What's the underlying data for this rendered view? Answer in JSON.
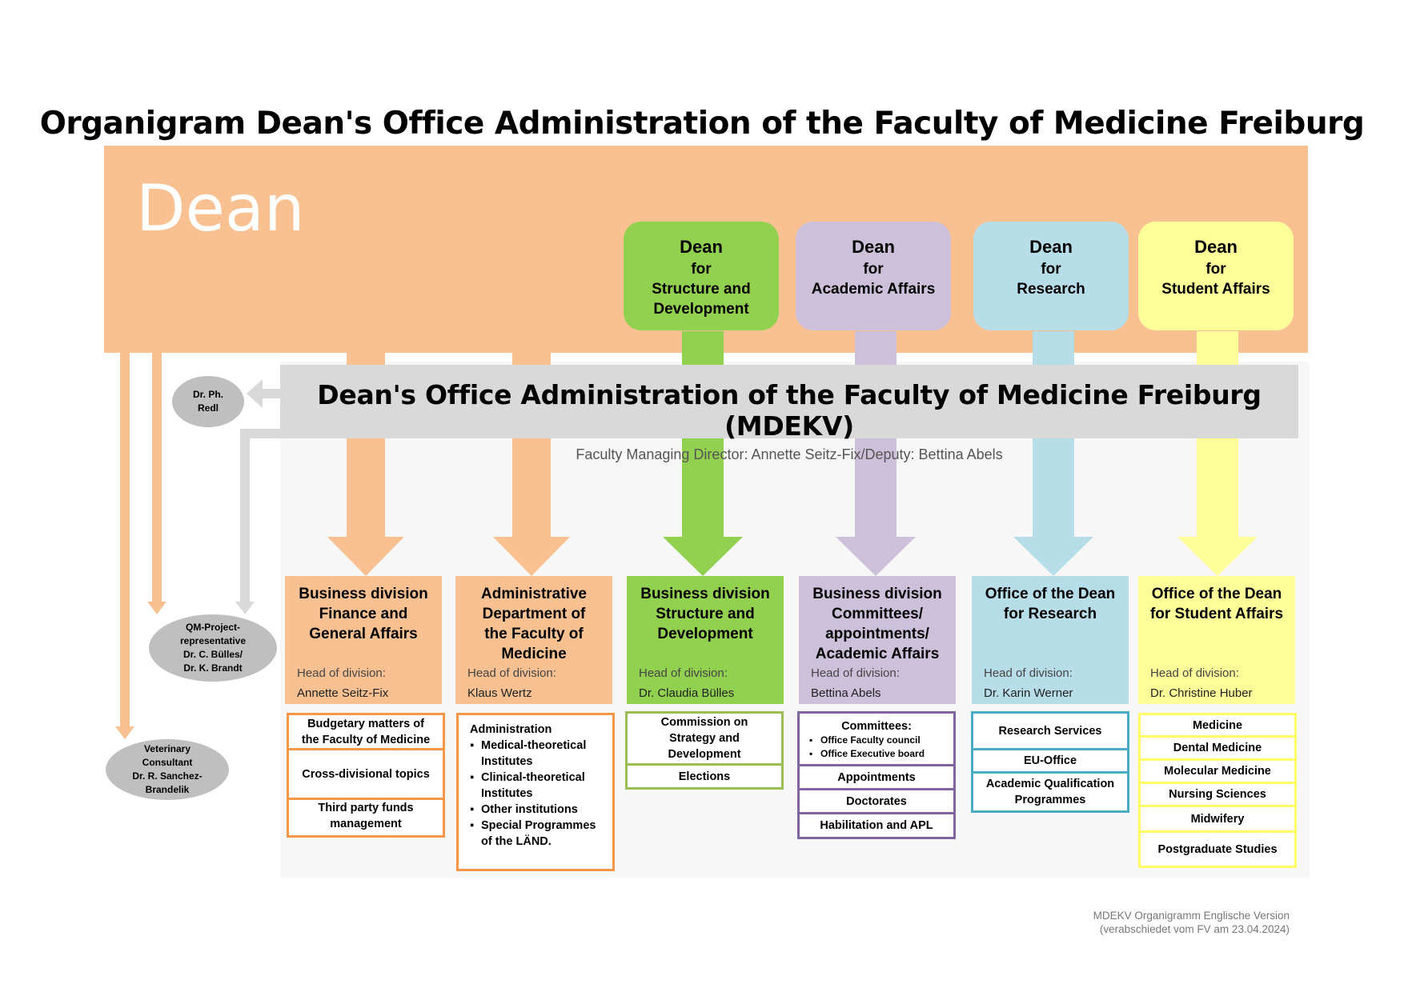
{
  "title": "Organigram Dean's Office Administration of the Faculty of Medicine Freiburg",
  "dean": "Dean",
  "vice_deans": [
    {
      "l1": "Dean",
      "l2": "for",
      "l3": "Structure and",
      "l4": "Development",
      "color": "#92d050"
    },
    {
      "l1": "Dean",
      "l2": "for",
      "l3": "Academic Affairs",
      "l4": "",
      "color": "#ccc0da"
    },
    {
      "l1": "Dean",
      "l2": "for",
      "l3": "Research",
      "l4": "",
      "color": "#b7dde8"
    },
    {
      "l1": "Dean",
      "l2": "for",
      "l3": "Student Affairs",
      "l4": "",
      "color": "#ffff99"
    }
  ],
  "mdekv": {
    "title": "Dean's Office Administration of the Faculty of Medicine Freiburg (MDEKV)",
    "subtitle": "Faculty Managing Director: Annette Seitz-Fix/Deputy: Bettina Abels"
  },
  "staff": {
    "redl": [
      "Dr. Ph.",
      "Redl"
    ],
    "qm": [
      "QM-Project-",
      "representative",
      "Dr. C. Bülles/",
      "Dr. K. Brandt"
    ],
    "vet": [
      "Veterinary",
      "Consultant",
      "Dr. R. Sanchez-",
      "Brandelik"
    ]
  },
  "divisions": [
    {
      "title": [
        "Business division",
        "Finance and",
        "General Affairs"
      ],
      "head_label": "Head of division:",
      "head": "Annette Seitz-Fix",
      "color": "#f9c192",
      "border": "#f79646"
    },
    {
      "title": [
        "Administrative",
        "Department of",
        "the Faculty of",
        "Medicine"
      ],
      "head_label": "Head of division:",
      "head": "Klaus Wertz",
      "color": "#f9c192",
      "border": "#f79646"
    },
    {
      "title": [
        "Business division",
        "Structure and",
        "Development"
      ],
      "head_label": "Head of division:",
      "head": "Dr. Claudia Bülles",
      "color": "#92d050",
      "border": "#9bbb59"
    },
    {
      "title": [
        "Business division",
        "Committees/",
        "appointments/",
        "Academic Affairs"
      ],
      "head_label": "Head of division:",
      "head": "Bettina Abels",
      "color": "#ccc0da",
      "border": "#8064a2"
    },
    {
      "title": [
        "Office of the Dean",
        "for Research"
      ],
      "head_label": "Head of division:",
      "head": "Dr. Karin Werner",
      "color": "#b7dde8",
      "border": "#4bacc6"
    },
    {
      "title": [
        "Office of the Dean",
        "for Student Affairs"
      ],
      "head_label": "Head of division:",
      "head": "Dr. Christine Huber",
      "color": "#ffff99",
      "border": "#ffff66"
    }
  ],
  "tasks": {
    "finance": [
      "Budgetary matters of",
      "the Faculty of Medicine",
      "Cross-divisional topics",
      "Third party funds",
      "management"
    ],
    "admin": {
      "heading": "Administration",
      "items": [
        "Medical-theoretical",
        "Institutes",
        "Clinical-theoretical",
        "Institutes",
        "Other institutions",
        "Special Programmes",
        "of the LÄND."
      ]
    },
    "structure": [
      "Commission on",
      "Strategy and",
      "Development",
      "Elections"
    ],
    "committees": {
      "heading": "Committees:",
      "items": [
        "Office Faculty council",
        "Office Executive board"
      ],
      "rows": [
        "Appointments",
        "Doctorates",
        "Habilitation and APL"
      ]
    },
    "research": [
      "Research Services",
      "EU-Office",
      "Academic Qualification",
      "Programmes"
    ],
    "student": [
      "Medicine",
      "Dental Medicine",
      "Molecular Medicine",
      "Nursing Sciences",
      "Midwifery",
      "Postgraduate Studies"
    ]
  },
  "footer": [
    "MDEKV Organigramm Englische Version",
    "(verabschiedet vom FV am 23.04.2024)"
  ]
}
